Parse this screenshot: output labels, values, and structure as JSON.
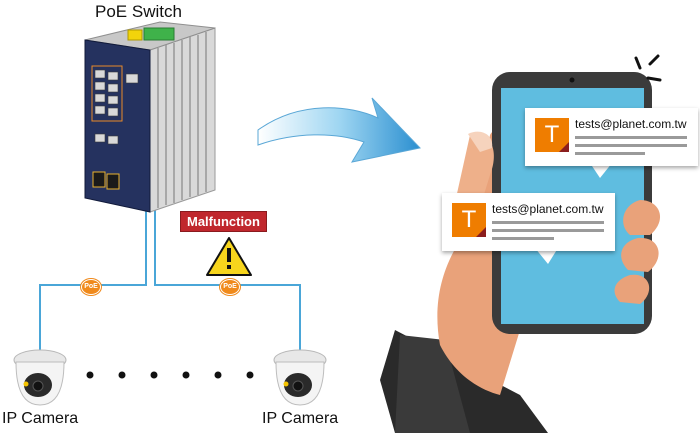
{
  "switch": {
    "title": "PoE Switch"
  },
  "alert": {
    "label": "Malfunction"
  },
  "poe_badge": {
    "text": "PoE"
  },
  "cameras": [
    {
      "label": "IP Camera"
    },
    {
      "label": "IP Camera"
    }
  ],
  "notifications": [
    {
      "avatar_letter": "T",
      "email": "tests@planet.com.tw"
    },
    {
      "avatar_letter": "T",
      "email": "tests@planet.com.tw"
    }
  ],
  "colors": {
    "accent_orange": "#ef7d00",
    "alert_red": "#c0272d",
    "link_blue": "#4aa6d8",
    "phone_screen": "#5fbde0"
  }
}
